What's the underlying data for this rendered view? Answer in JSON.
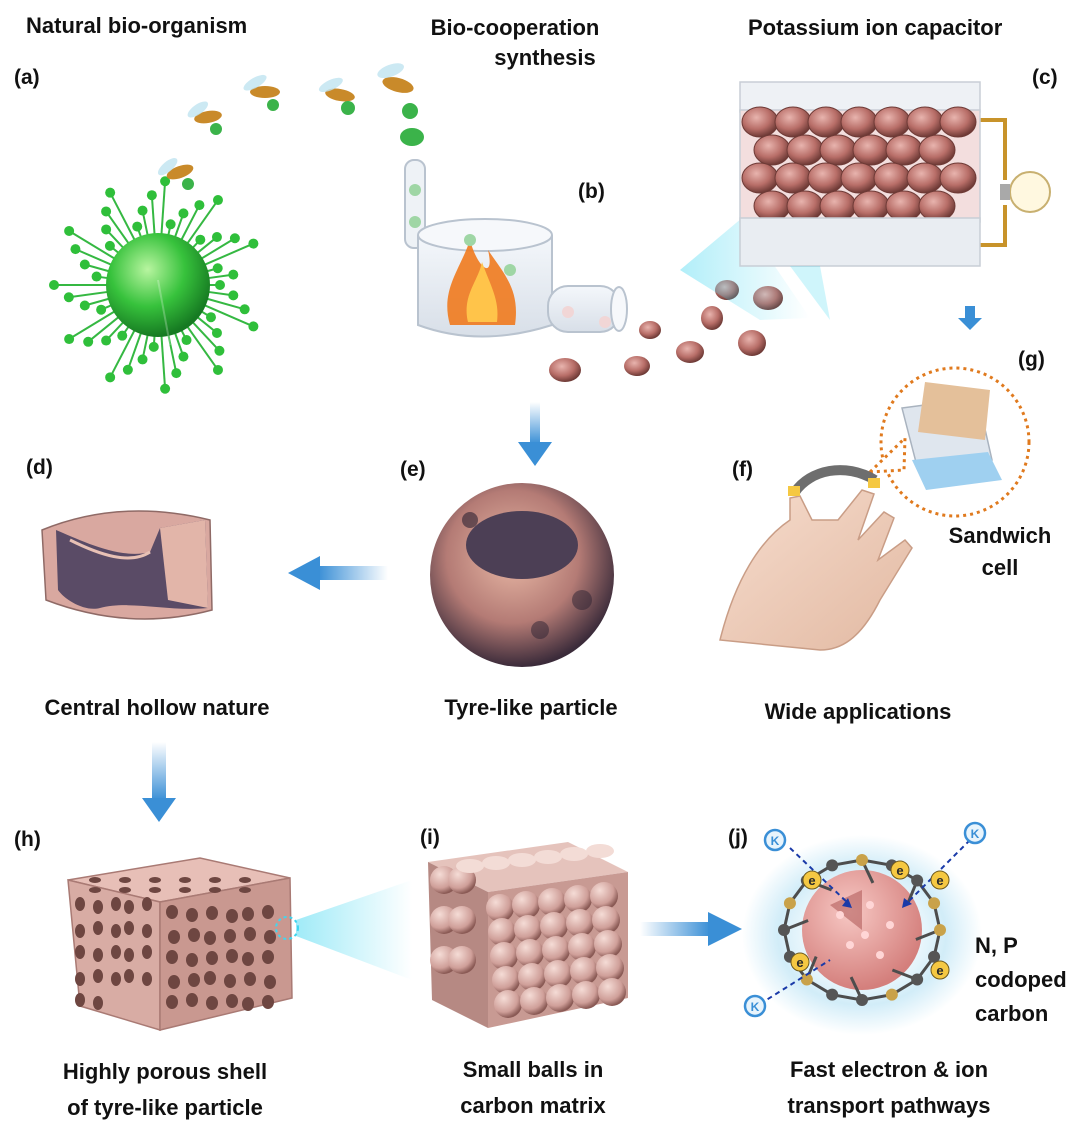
{
  "titles": {
    "natural": "Natural  bio-organism",
    "bio_line1": "Bio-cooperation",
    "bio_line2": "synthesis",
    "capacitor": "Potassium ion capacitor"
  },
  "panel_labels": {
    "a": "(a)",
    "b": "(b)",
    "c": "(c)",
    "d": "(d)",
    "e": "(e)",
    "f": "(f)",
    "g": "(g)",
    "h": "(h)",
    "i": "(i)",
    "j": "(j)"
  },
  "captions": {
    "sandwich_line1": "Sandwich",
    "sandwich_line2": "cell",
    "central_hollow": "Central hollow nature",
    "tyre_like": "Tyre-like particle",
    "wide_applications": "Wide applications",
    "porous_line1": "Highly porous shell",
    "porous_line2": "of tyre-like particle",
    "balls_line1": "Small balls in",
    "balls_line2": "carbon matrix",
    "fast_line1": "Fast electron & ion",
    "fast_line2": "transport pathways",
    "codoped_line1": "N, P",
    "codoped_line2": "codoped",
    "codoped_line3": "carbon"
  },
  "markers": {
    "electron": "e",
    "ion": "K"
  },
  "colors": {
    "green": "#2fbf3a",
    "particle": "#b9706a",
    "arrow": "#3a8fd6",
    "flame": "#f07a1e",
    "porous": "#d8aca4",
    "dashed": "#e07a1e"
  }
}
